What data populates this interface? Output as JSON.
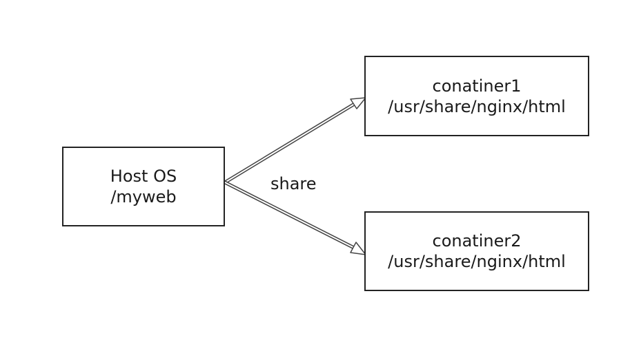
{
  "nodes": {
    "host": {
      "title": "Host OS",
      "path": "/myweb"
    },
    "container1": {
      "title": "conatiner1",
      "path": "/usr/share/nginx/html"
    },
    "container2": {
      "title": "conatiner2",
      "path": "/usr/share/nginx/html"
    }
  },
  "edges": {
    "label": "share",
    "connections": [
      {
        "from": "host",
        "to": "container1"
      },
      {
        "from": "host",
        "to": "container2"
      }
    ]
  },
  "colors": {
    "stroke": "#222222",
    "background": "#ffffff",
    "text": "#1a1a1a"
  }
}
